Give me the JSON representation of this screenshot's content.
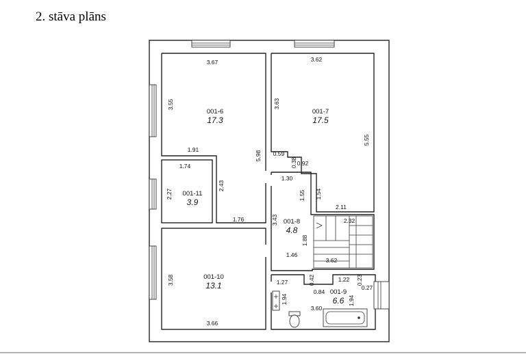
{
  "title": "2. stāva plāns",
  "rooms": [
    {
      "id": "001-6",
      "area": "17.3"
    },
    {
      "id": "001-7",
      "area": "17.5"
    },
    {
      "id": "001-11",
      "area": "3.9"
    },
    {
      "id": "001-8",
      "area": "4.8"
    },
    {
      "id": "001-10",
      "area": "13.1"
    },
    {
      "id": "001-9",
      "area": "6.6"
    }
  ],
  "dims": {
    "r6_top": "3.67",
    "r6_left": "3.55",
    "r6_bottom": "1.91",
    "r6_right": "5.98",
    "r7_top": "3.62",
    "r7_left": "3.63",
    "r7_right": "5.55",
    "j1": "0.59",
    "j2": "0.38",
    "j3": "0.92",
    "r11_top": "1.74",
    "r11_left": "2.27",
    "r11_right": "2.43",
    "r11_bottom": "1.76",
    "r8_top": "1.30",
    "r8_a": "1.55",
    "r8_b": "1.54",
    "r8_c": "2.11",
    "r8_left": "3.43",
    "r8_d": "1.88",
    "r8_bottom": "1.46",
    "stair_top": "2.32",
    "stair_bottom": "3.62",
    "r10_left": "3.58",
    "r10_bottom": "3.66",
    "r9_a": "1.27",
    "r9_b": "0.42",
    "r9_c": "1.22",
    "r9_d": "0.23",
    "r9_e": "0.27",
    "r9_f": "0.84",
    "r9_g": "1.94",
    "r9_h": "1.94",
    "r9_i": "3.60"
  }
}
